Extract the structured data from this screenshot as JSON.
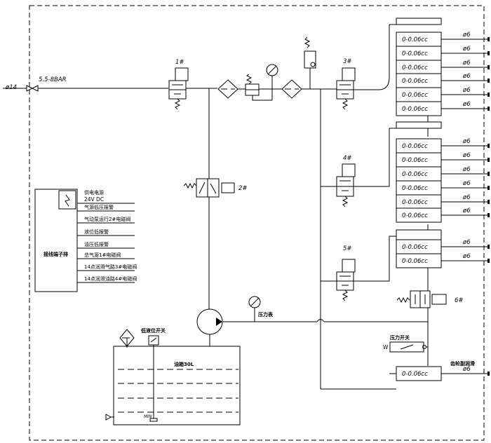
{
  "inlet": {
    "pipe": "ø14",
    "pressure": "5.5-8BAR"
  },
  "valves": {
    "v1": "1#",
    "v2": "2#",
    "v3": "3#",
    "v4": "4#",
    "v5": "5#",
    "v6": "6#"
  },
  "metering_label": "0-0.06cc",
  "outlet_label": "ø6",
  "terminal": {
    "title": "接线端子排",
    "lines": [
      "供电电源",
      "24V DC",
      "气源低压报警",
      "气动泵运行2#电磁阀",
      "液位低报警",
      "油压低报警",
      "总气源1#电磁阀",
      "14点润滑气路3#电磁阀",
      "14点润滑油路4#电磁阀"
    ]
  },
  "gauge_label": "压力表",
  "low_level_switch": "低液位开关",
  "tank_label": "油箱30L",
  "tank_min_mark": "MIN",
  "pressure_switch": "压力开关",
  "gear_lube": "齿轮副润滑"
}
